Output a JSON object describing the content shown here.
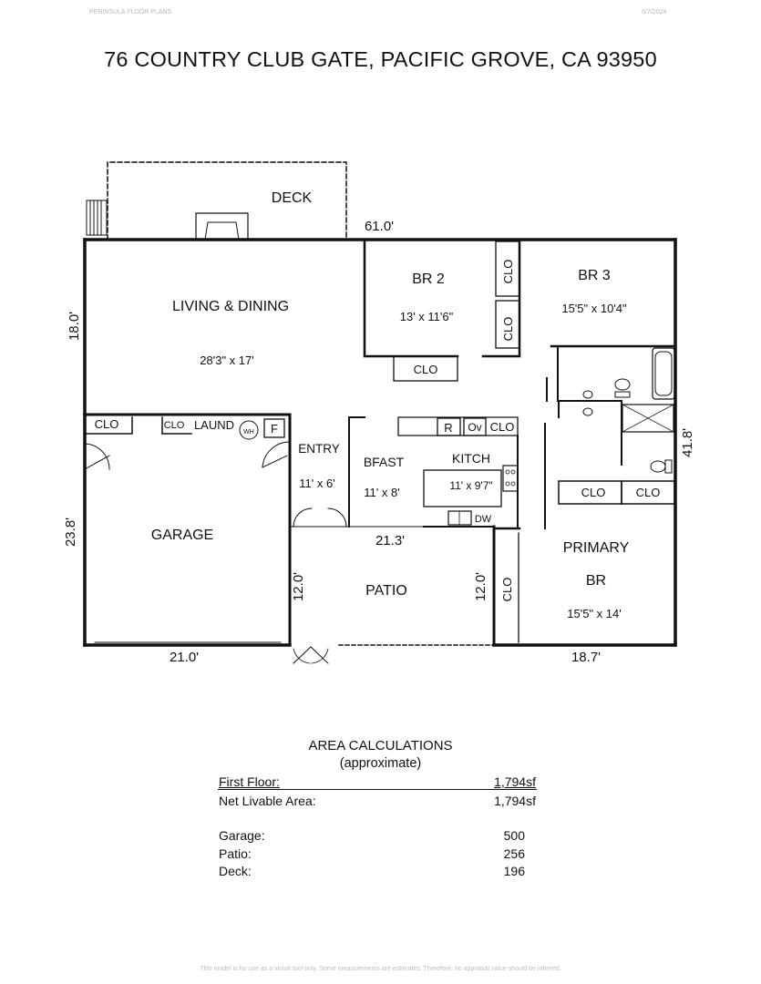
{
  "header": {
    "company": "PENINSULA FLOOR PLANS",
    "date": "6/7/2024"
  },
  "title": "76 COUNTRY CLUB GATE, PACIFIC GROVE, CA  93950",
  "rooms": {
    "deck": "DECK",
    "living": "LIVING & DINING",
    "living_dim": "28'3\" x 17'",
    "br2": "BR 2",
    "br2_dim": "13' x 11'6\"",
    "br3": "BR 3",
    "br3_dim": "15'5\" x 10'4\"",
    "entry": "ENTRY",
    "entry_dim": "11' x 6'",
    "bfast": "BFAST",
    "bfast_dim": "11' x 8'",
    "kitch": "KITCH",
    "kitch_dim": "11' x 9'7\"",
    "garage": "GARAGE",
    "patio": "PATIO",
    "primary1": "PRIMARY",
    "primary2": "BR",
    "primary_dim": "15'5\" x 14'",
    "laund": "LAUND",
    "clo": "CLO",
    "wh": "WH",
    "f": "F",
    "r": "R",
    "ov": "Ov",
    "dw": "DW"
  },
  "dimensions": {
    "top": "61.0'",
    "left_upper": "18.0'",
    "left_lower": "23.8'",
    "right": "41.8'",
    "patio_top": "21.3'",
    "patio_left": "12.0'",
    "patio_right": "12.0'",
    "bottom_left": "21.0'",
    "bottom_right": "18.7'"
  },
  "area": {
    "title": "AREA CALCULATIONS",
    "subtitle": "(approximate)",
    "rows": [
      {
        "label": "First  Floor:",
        "value": "1,794sf"
      },
      {
        "label": "Net Livable Area:",
        "value": "1,794sf"
      },
      {
        "label": "Garage:",
        "value": "500"
      },
      {
        "label": "Patio:",
        "value": "256"
      },
      {
        "label": "Deck:",
        "value": "196"
      }
    ]
  },
  "footer": "This model is for use as a visual tool only. Some measurements are estimates. Therefore, no appraisal value should be inferred."
}
